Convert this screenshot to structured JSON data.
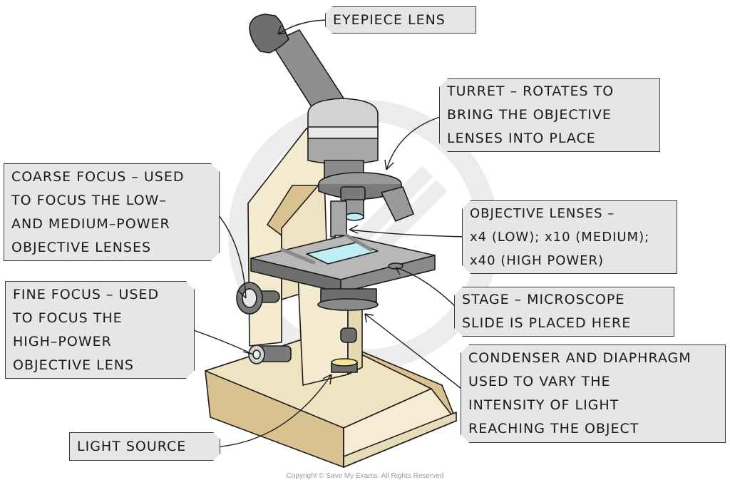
{
  "labels": {
    "eyepiece": {
      "lines": [
        "EYEPIECE LENS"
      ]
    },
    "turret": {
      "lines": [
        "TURRET – ROTATES TO",
        "BRING THE OBJECTIVE",
        "LENSES INTO PLACE"
      ]
    },
    "coarse_focus": {
      "lines": [
        "COARSE FOCUS – USED",
        "TO FOCUS THE LOW–",
        "AND MEDIUM–POWER",
        "OBJECTIVE LENSES"
      ]
    },
    "objective_lenses": {
      "lines": [
        "OBJECTIVE LENSES –",
        "x4 (LOW); x10 (MEDIUM);",
        "x40 (HIGH POWER)"
      ]
    },
    "fine_focus": {
      "lines": [
        "FINE FOCUS – USED",
        "TO FOCUS THE",
        "HIGH–POWER",
        "OBJECTIVE LENS"
      ]
    },
    "stage": {
      "lines": [
        "STAGE – MICROSCOPE",
        "SLIDE IS PLACED HERE"
      ]
    },
    "condenser": {
      "lines": [
        "CONDENSER AND DIAPHRAGM",
        "USED TO VARY THE",
        "INTENSITY OF LIGHT",
        "REACHING THE OBJECT"
      ]
    },
    "light_source": {
      "lines": [
        "LIGHT SOURCE"
      ]
    }
  },
  "copyright": "Copyright © Save My Exams. All Rights Reserved",
  "colors": {
    "label_fill": "#e6e6e6",
    "outline": "#1a1a1a",
    "body_cream": "#f4ead0",
    "body_tan": "#d9c28f",
    "metal_dark": "#6e6e6e",
    "metal_mid": "#9a9a9a",
    "metal_light": "#d2d2d2",
    "slide_blue": "#bfeef5",
    "bulb_yellow": "#f3e59a"
  }
}
